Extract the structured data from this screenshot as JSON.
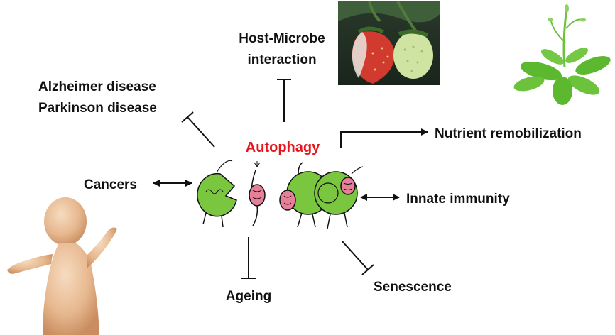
{
  "center_label": "Autophagy",
  "labels": {
    "host_microbe_line1": "Host-Microbe",
    "host_microbe_line2": "interaction",
    "alzheimer": "Alzheimer disease",
    "parkinson": "Parkinson disease",
    "cancers": "Cancers",
    "nutrient": "Nutrient remobilization",
    "innate": "Innate immunity",
    "ageing": "Ageing",
    "senescence": "Senescence"
  },
  "relations": {
    "host_microbe": "inhibits",
    "neurodegeneration": "inhibits",
    "cancers": "bidirectional",
    "nutrient": "promotes",
    "innate": "bidirectional",
    "ageing": "inhibits",
    "senescence": "inhibits"
  },
  "colors": {
    "center_label": "#e8141c",
    "text": "#111111",
    "cell_fill": "#7bc63f",
    "mito_fill": "#e87f98",
    "arrow": "#111111",
    "plant_leaf": "#6cc23a",
    "strawberry_red": "#d13a2e",
    "strawberry_green": "#cfe3a3"
  },
  "illustrations": {
    "photo": "strawberry-photo",
    "plant": "arabidopsis-plant-icon",
    "human": "human-figure-icon",
    "cells": "autophagy-cells-cartoon"
  }
}
